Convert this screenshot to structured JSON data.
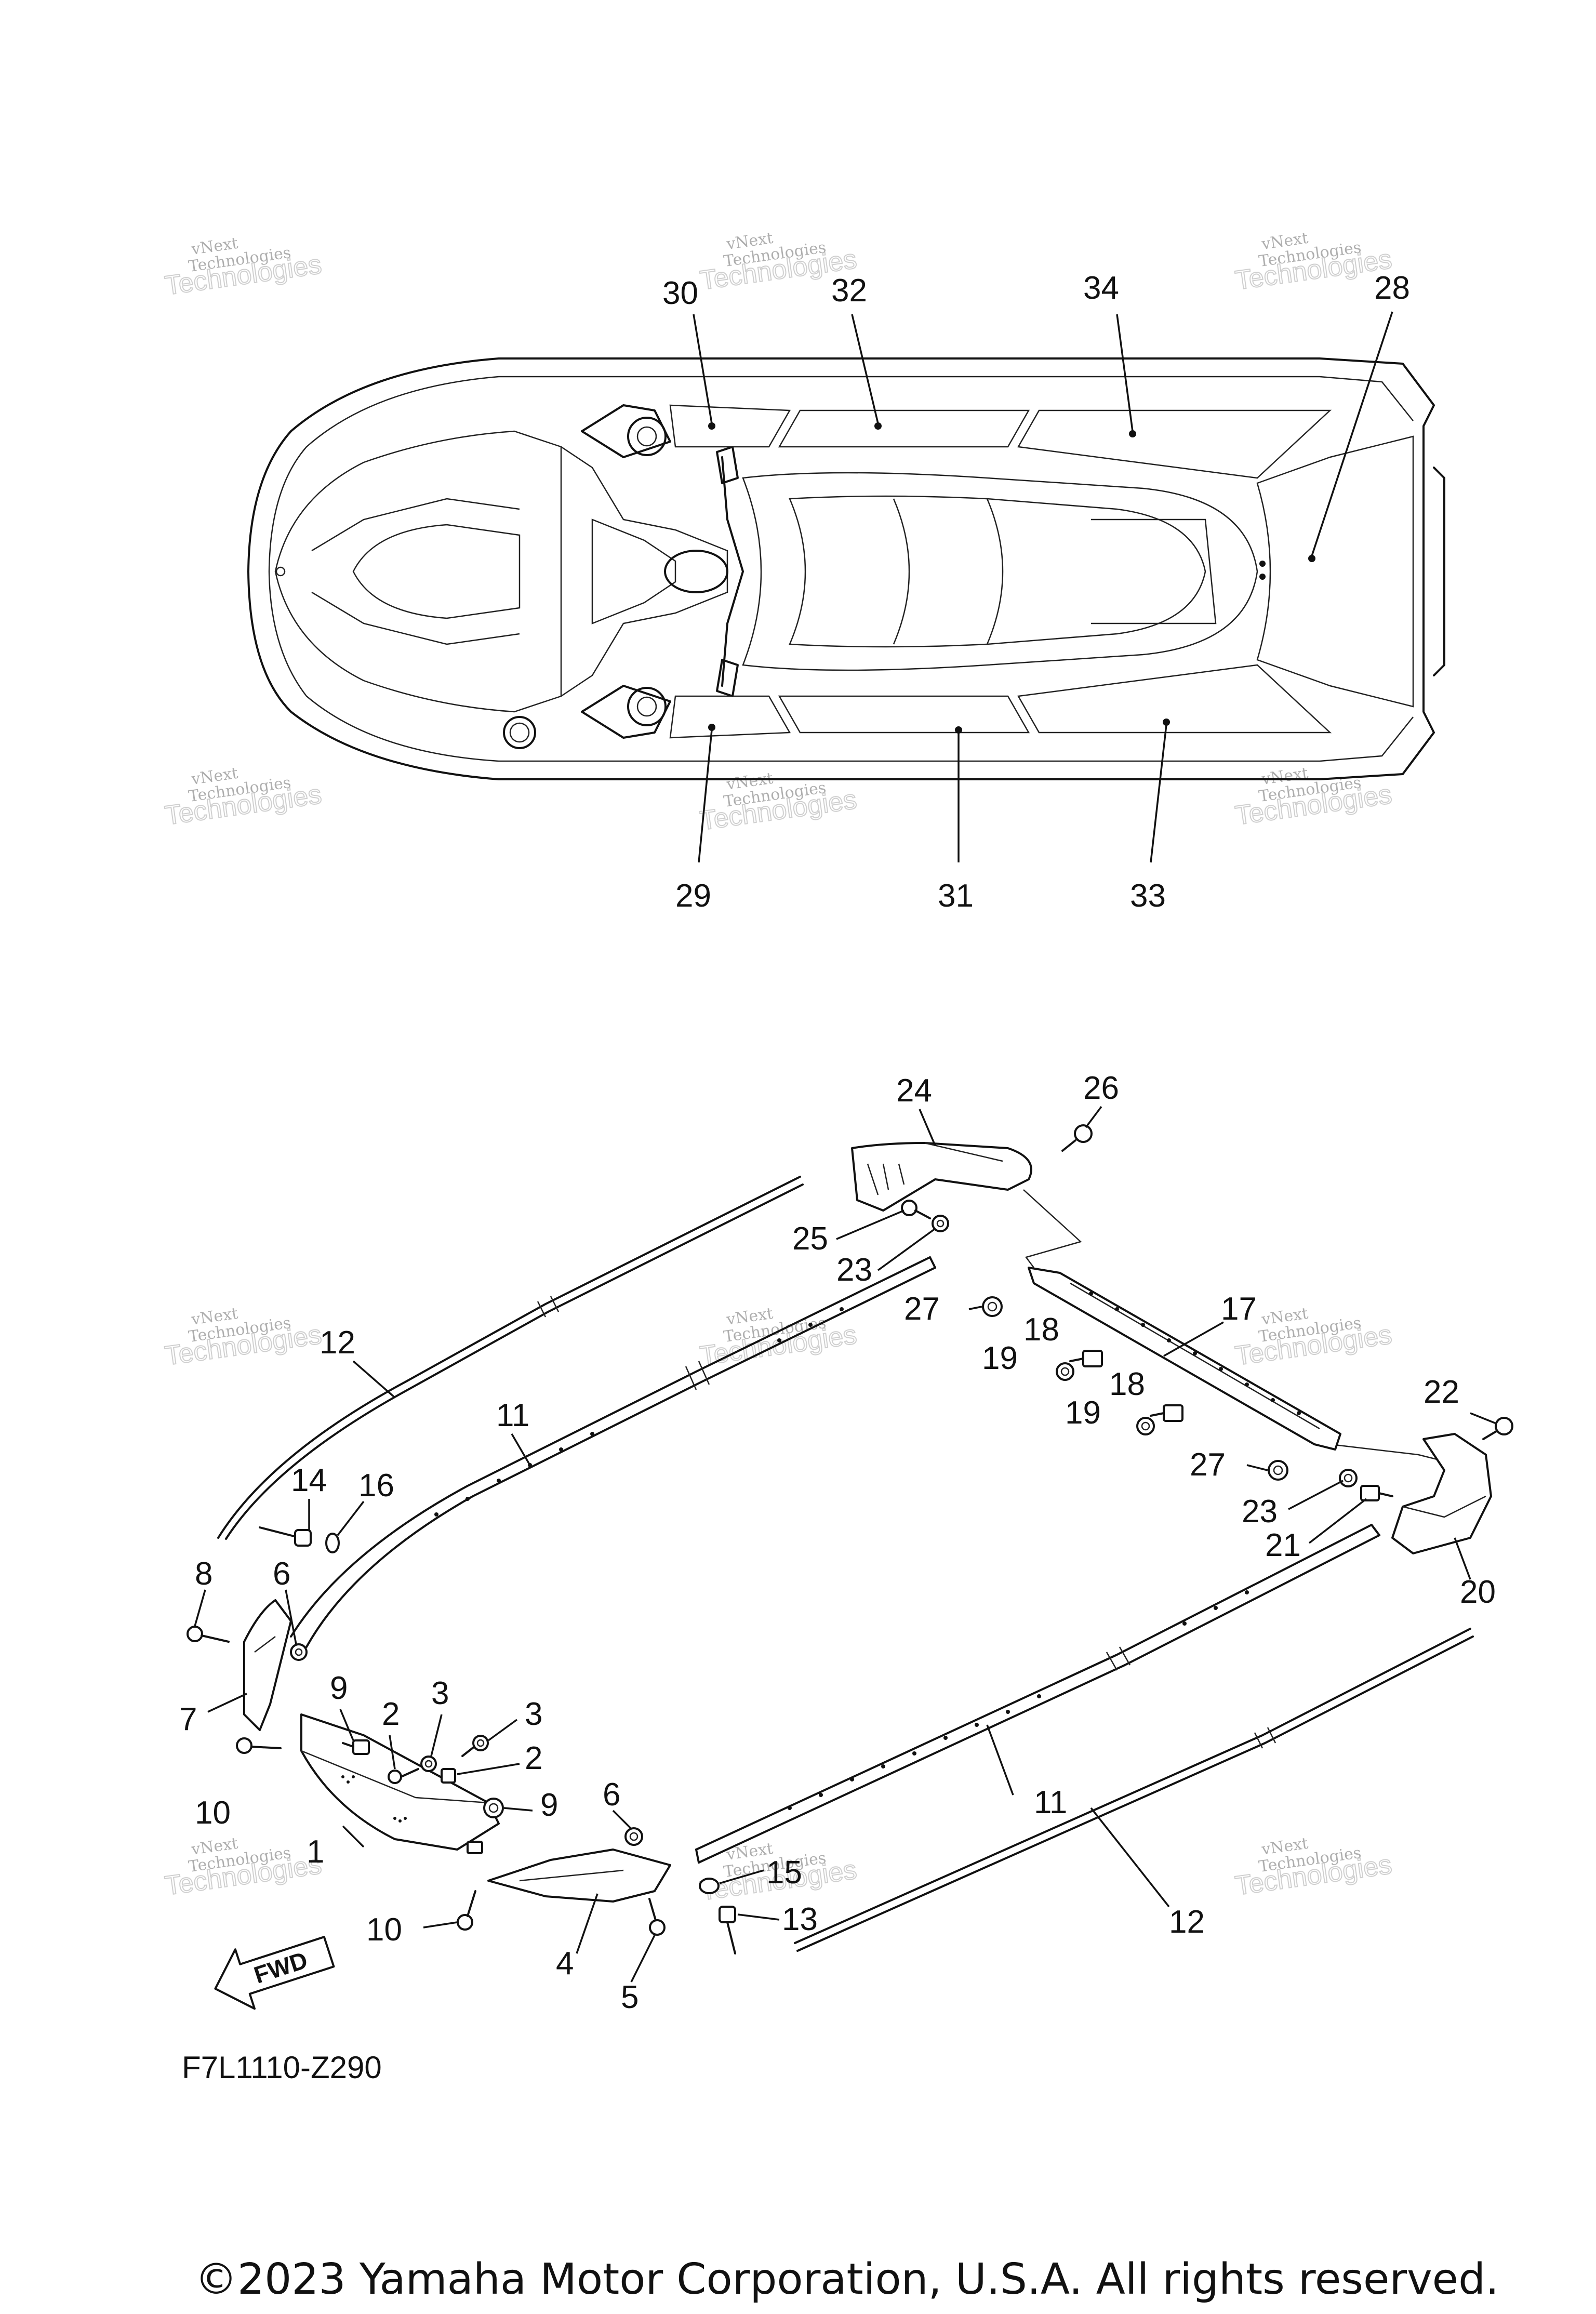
{
  "diagram_code": "F7L1110-Z290",
  "copyright": "©2023 Yamaha Motor Corporation, U.S.A. All rights reserved.",
  "fwd_label": "FWD",
  "watermark": {
    "line1": "vNext",
    "line2": "Technologies"
  },
  "callouts": {
    "c1": "1",
    "c2a": "2",
    "c2b": "2",
    "c3a": "3",
    "c3b": "3",
    "c4": "4",
    "c5": "5",
    "c6a": "6",
    "c6b": "6",
    "c7": "7",
    "c8": "8",
    "c9a": "9",
    "c9b": "9",
    "c10a": "10",
    "c10b": "10",
    "c11a": "11",
    "c11b": "11",
    "c12a": "12",
    "c12b": "12",
    "c13": "13",
    "c14": "14",
    "c15": "15",
    "c16": "16",
    "c17": "17",
    "c18a": "18",
    "c18b": "18",
    "c19a": "19",
    "c19b": "19",
    "c20": "20",
    "c21": "21",
    "c22": "22",
    "c23a": "23",
    "c23b": "23",
    "c24": "24",
    "c25": "25",
    "c26": "26",
    "c27a": "27",
    "c27b": "27",
    "c28": "28",
    "c29": "29",
    "c30": "30",
    "c31": "31",
    "c32": "32",
    "c33": "33",
    "c34": "34"
  }
}
